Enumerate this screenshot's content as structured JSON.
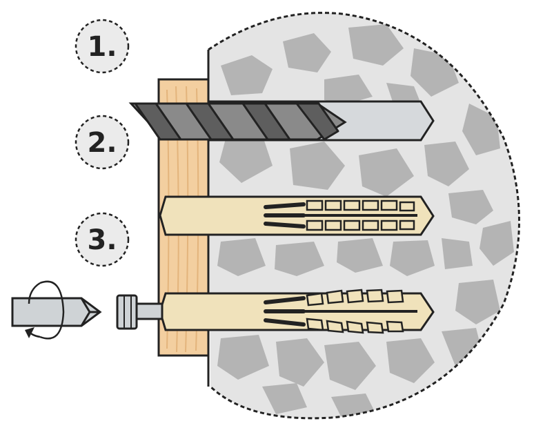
{
  "steps": [
    {
      "label": "1."
    },
    {
      "label": "2."
    },
    {
      "label": "3."
    }
  ],
  "colors": {
    "outline": "#222222",
    "concrete": "#e4e4e4",
    "stone": "#b4b4b4",
    "wood": "#f3cfa0",
    "wood_grain": "#e3b47c",
    "anchor": "#f0e2bb",
    "drill": "#8a8a8a",
    "drill_dark": "#5e5e5e",
    "hole": "#d6d9dc",
    "tool": "#cfd3d6",
    "badge_fill": "#ebebeb"
  },
  "icons": {
    "rotation": "rotate-arrow-icon",
    "drill": "drill-bit-icon",
    "anchor": "frame-anchor-icon",
    "screw_head": "hex-screw-head-icon"
  }
}
